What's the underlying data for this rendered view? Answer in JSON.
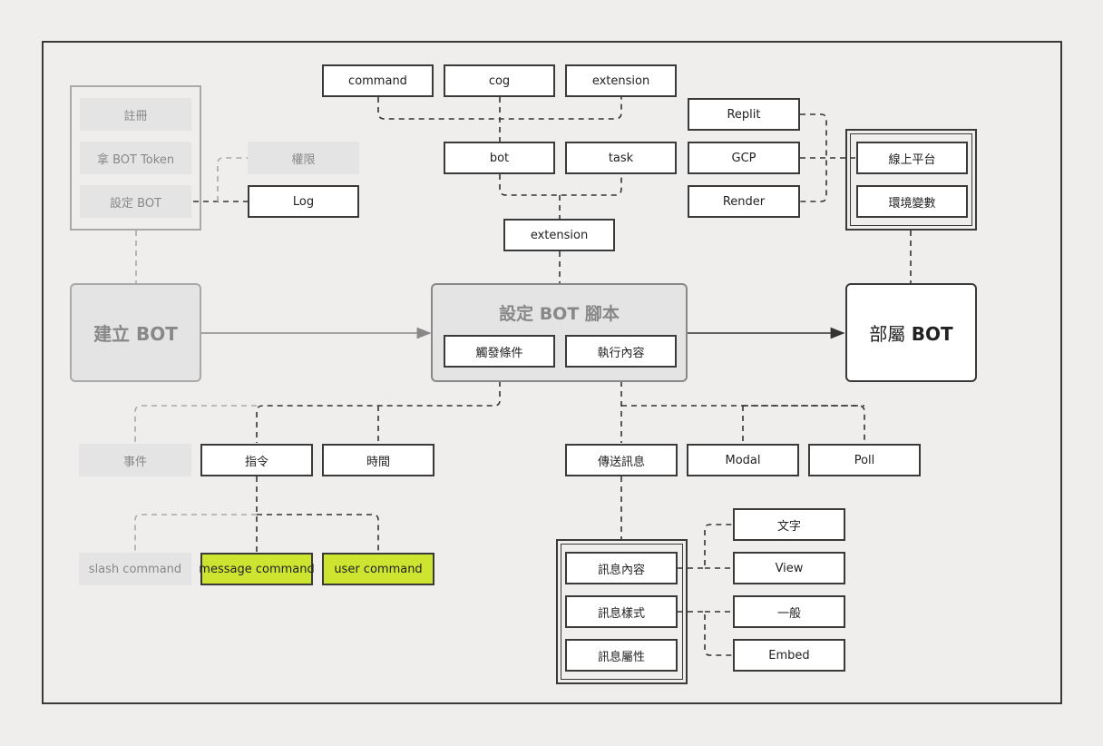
{
  "left": {
    "setup_items": [
      "註冊",
      "拿 BOT Token",
      "設定 BOT"
    ],
    "permission": "權限",
    "log": "Log",
    "create_bot": "建立 BOT"
  },
  "center": {
    "top_row": [
      "command",
      "cog",
      "extension"
    ],
    "mid_row": [
      "bot",
      "task"
    ],
    "extension": "extension",
    "script_title": "設定 BOT 腳本",
    "trigger": "觸發條件",
    "action": "執行內容"
  },
  "right": {
    "platforms": [
      "Replit",
      "GCP",
      "Render"
    ],
    "online_platform": "線上平台",
    "env_vars": "環境變數",
    "deploy_bot": "部屬 BOT"
  },
  "triggers": {
    "event": "事件",
    "command": "指令",
    "time": "時間",
    "command_types": [
      "slash command",
      "message command",
      "user command"
    ]
  },
  "actions": {
    "send_message": "傳送訊息",
    "modal": "Modal",
    "poll": "Poll",
    "message_content": "訊息內容",
    "message_style": "訊息樣式",
    "message_attr": "訊息屬性",
    "text": "文字",
    "view": "View",
    "normal": "一般",
    "embed": "Embed"
  },
  "colors": {
    "highlight": "#cde530",
    "border": "#3a3a3a",
    "ghost_bg": "#e4e4e4",
    "canvas": "#efeeed"
  }
}
